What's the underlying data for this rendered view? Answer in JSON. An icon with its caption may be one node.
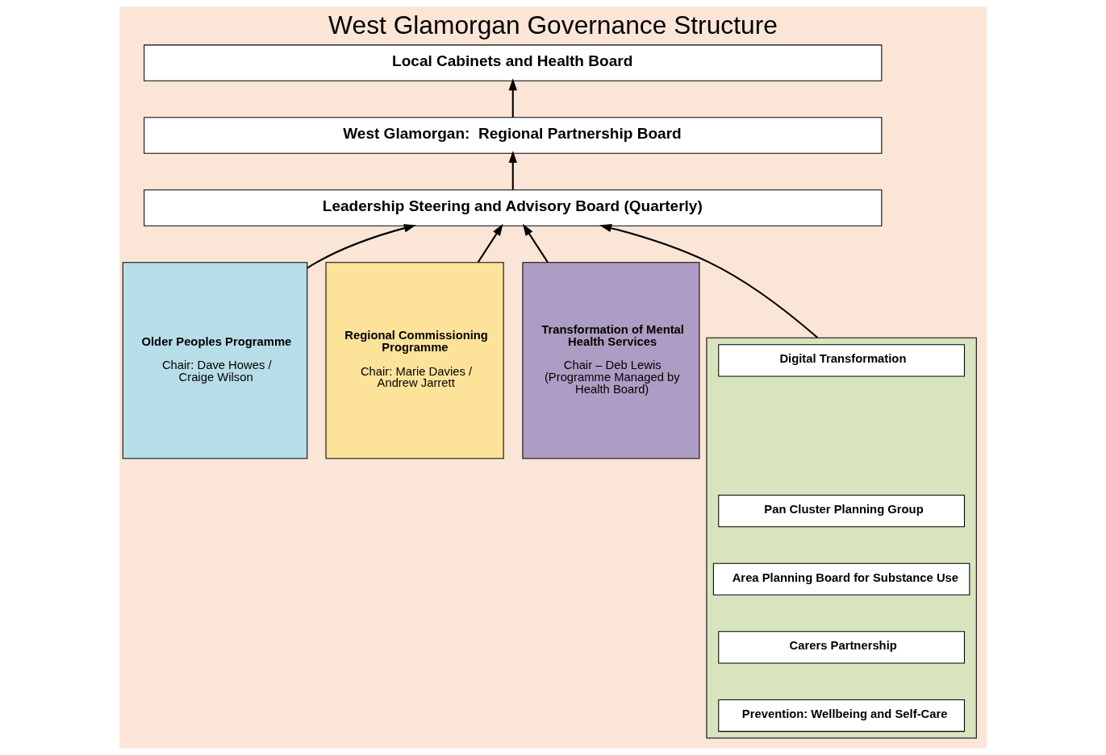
{
  "diagram": {
    "title": "West Glamorgan Governance Structure",
    "nodes": [
      {
        "text": [
          "Local Cabinets and Health Board"
        ]
      },
      {
        "text": [
          "West Glamorgan:  Regional Partnership Board"
        ]
      },
      {
        "text": [
          "Leadership Steering and Advisory Board (Quarterly)"
        ]
      },
      {
        "text": [
          "Older Peoples Programme",
          "Chair: Dave Howes / Craige Wilson"
        ]
      },
      {
        "text": [
          "Regional Commissioning Programme",
          "Chair: Marie Davies / Andrew Jarrett"
        ]
      },
      {
        "text": [
          "Transformation of Mental Health Services",
          "Chair – Deb Lewis (Programme Managed by Health Board)"
        ]
      },
      {
        "text": [],
        "shape": "box"
      },
      {
        "text": [
          "Digital Transformation"
        ],
        "in": 6
      },
      {
        "text": [
          "Pan Cluster Planning Group"
        ],
        "in": 6
      },
      {
        "text": [
          "Area Planning Board for Substance Use"
        ],
        "in": 6
      },
      {
        "text": [
          "Carers Partnership"
        ],
        "in": 6
      },
      {
        "text": [
          "Prevention: Wellbeing and Self-Care"
        ],
        "in": 6
      }
    ],
    "edges": [
      {
        "from": 1,
        "to": 0,
        "arrow": "to"
      },
      {
        "from": 2,
        "to": 1,
        "arrow": "to"
      },
      {
        "from": 3,
        "to": 2,
        "arrow": "to"
      },
      {
        "from": 4,
        "to": 2,
        "arrow": "to"
      },
      {
        "from": 5,
        "to": 2,
        "arrow": "to"
      },
      {
        "from": 6,
        "to": 2,
        "arrow": "to"
      }
    ]
  }
}
